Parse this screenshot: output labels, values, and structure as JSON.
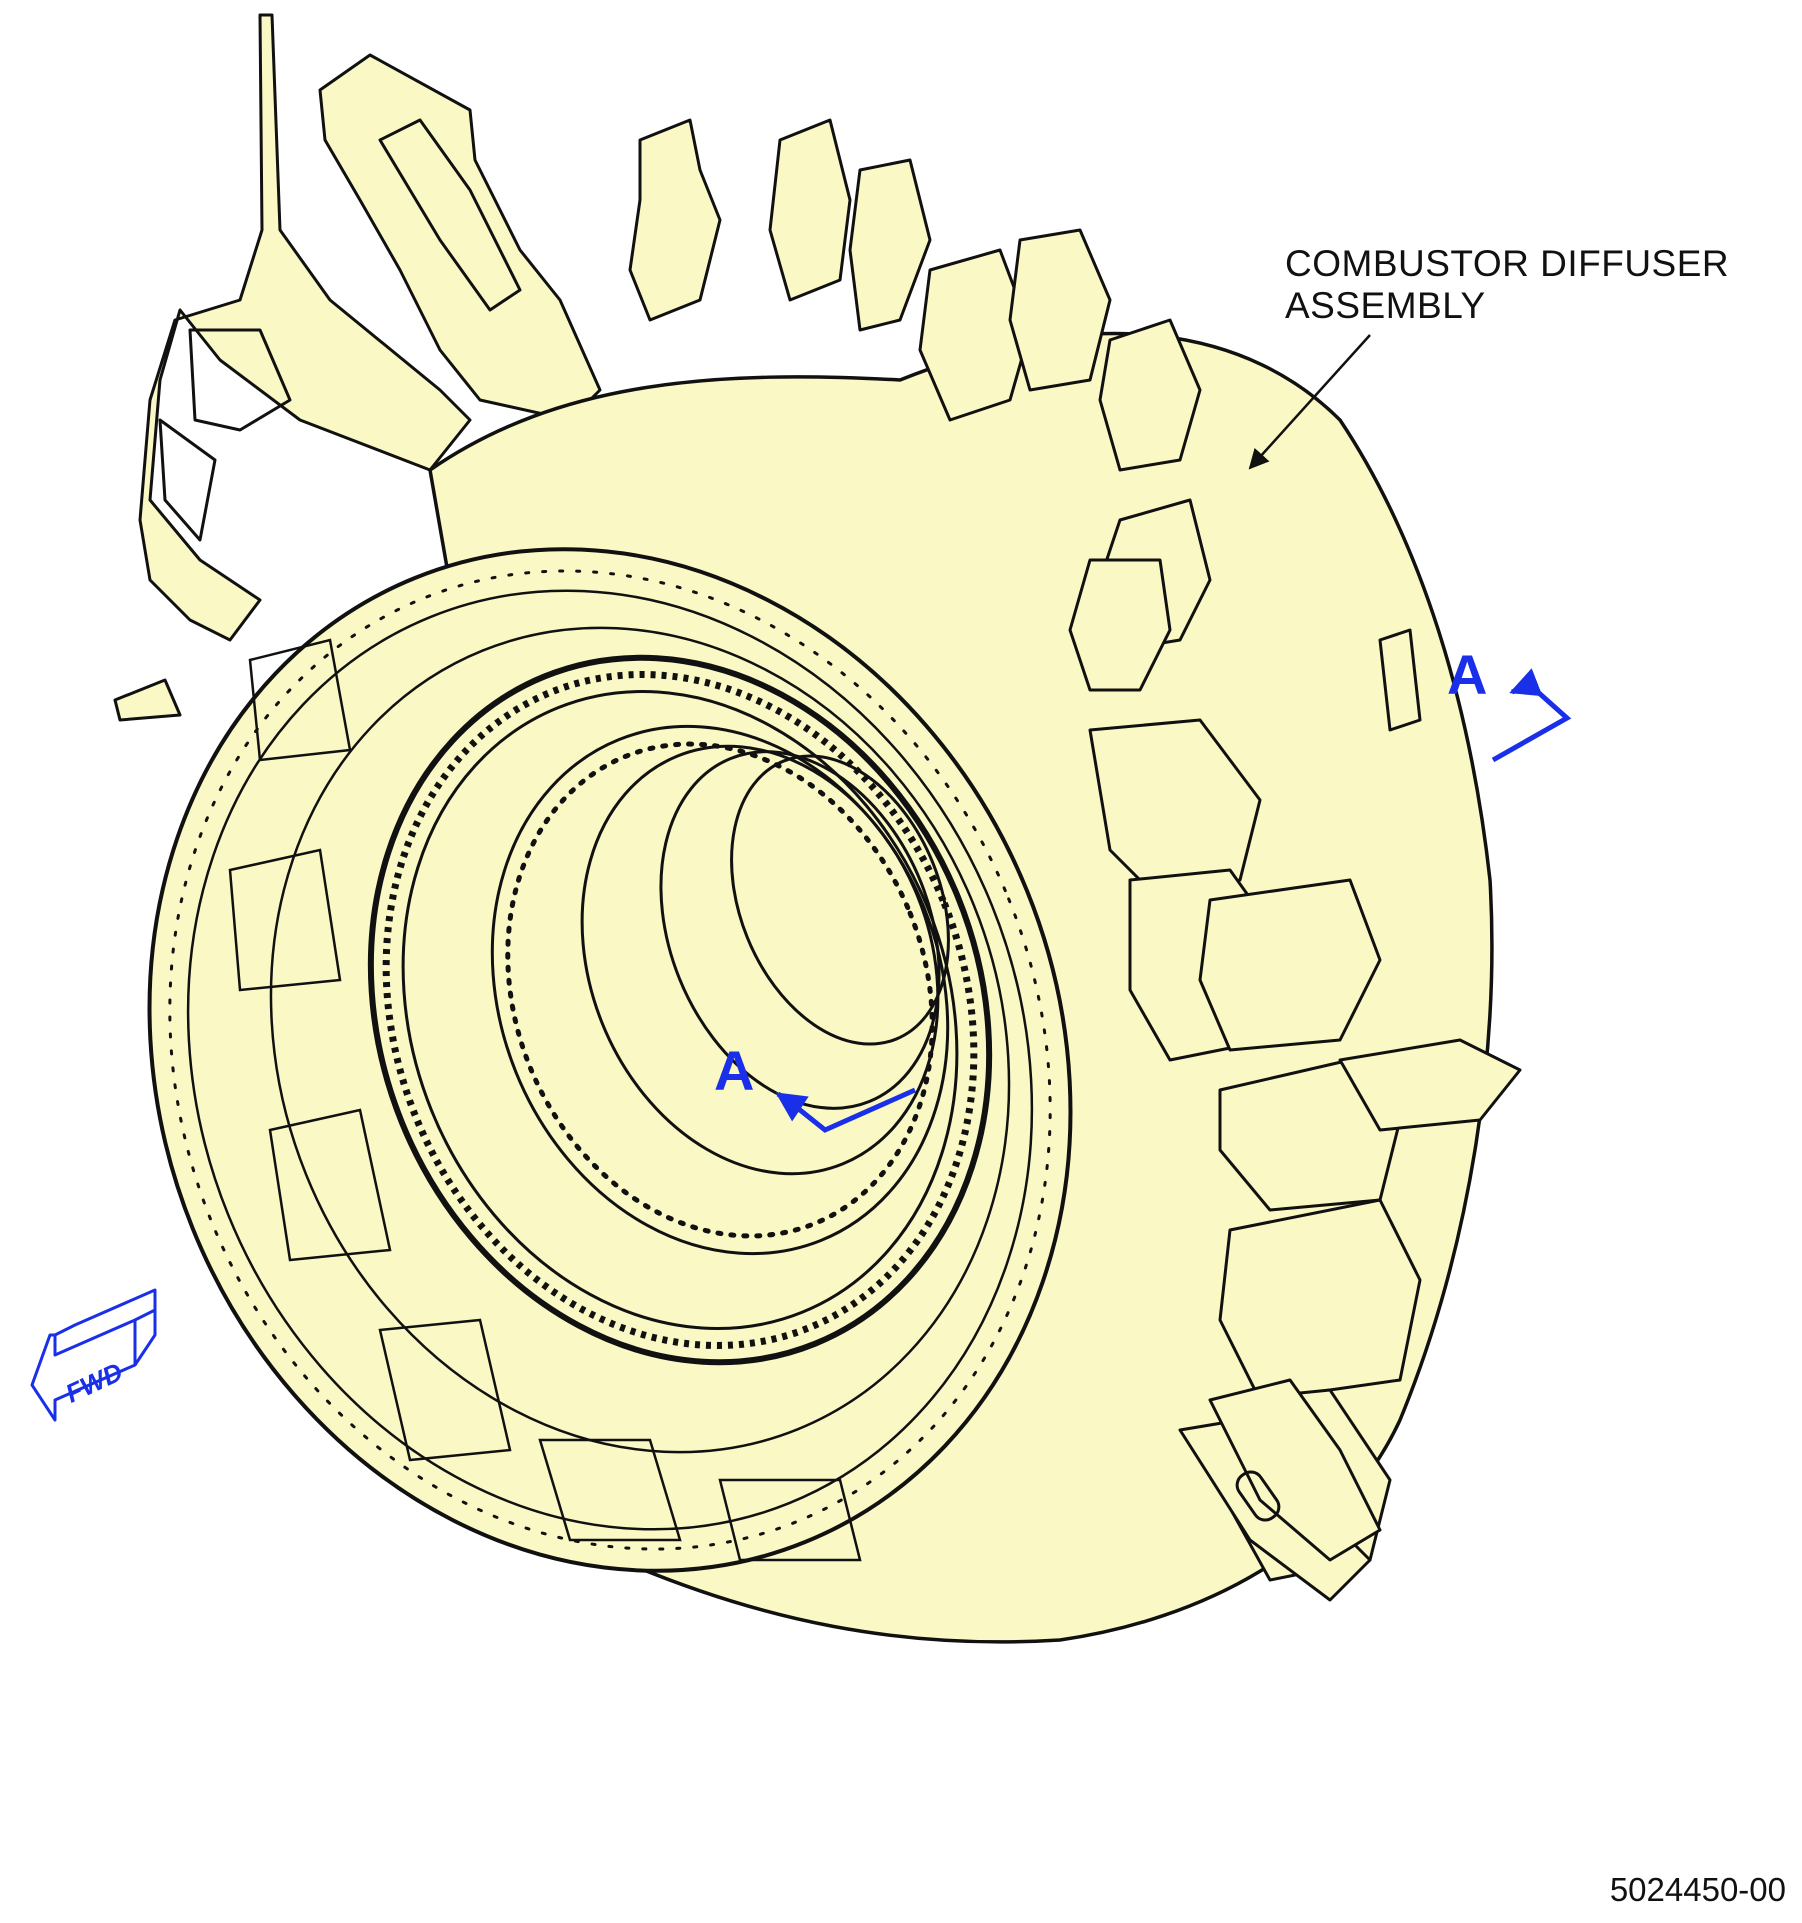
{
  "callout": {
    "line1": "COMBUSTOR DIFFUSER",
    "line2": "ASSEMBLY"
  },
  "section_marker": {
    "label": "A"
  },
  "fwd_label": "FWD",
  "figure_number": "5024450-00",
  "colors": {
    "part_fill": "#faf8c4",
    "line": "#111111",
    "section_arrow": "#1a2fe8",
    "background": "#ffffff"
  }
}
